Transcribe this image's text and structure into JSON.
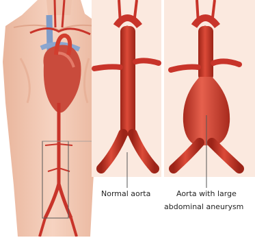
{
  "labels": {
    "normal_aorta": "Normal aorta",
    "aneurysm_line1": "Aorta with large",
    "aneurysm_line2": "abdominal aneurysm"
  },
  "colors": {
    "aorta_red": "#c8342a",
    "aorta_dark": "#8f1f18",
    "skin": "#f1c7b1",
    "panel_bg": "#fbe9df",
    "heart": "#c94b3c",
    "vein_blue": "#7e9cc9"
  }
}
